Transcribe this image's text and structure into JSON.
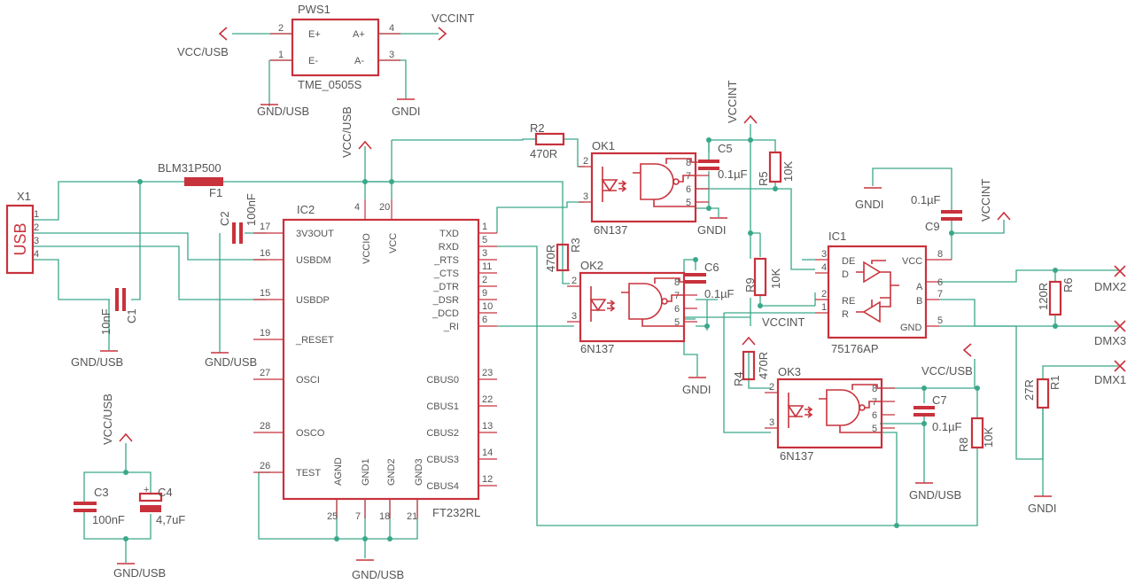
{
  "connector": {
    "ref": "X1",
    "label": "USB",
    "pins": [
      "1",
      "2",
      "3",
      "4"
    ]
  },
  "ferrite": {
    "value": "BLM31P500",
    "ref": "F1"
  },
  "caps": {
    "c1": {
      "ref": "C1",
      "value": "10nF"
    },
    "c2": {
      "ref": "C2",
      "value": "100nF"
    },
    "c3": {
      "ref": "C3",
      "value": "100nF"
    },
    "c4": {
      "ref": "C4",
      "value": "4,7uF"
    },
    "c5": {
      "ref": "C5",
      "value": "0.1µF"
    },
    "c6": {
      "ref": "C6",
      "value": "0.1µF"
    },
    "c7": {
      "ref": "C7",
      "value": "0.1µF"
    },
    "c9": {
      "ref": "C9",
      "value": "0.1µF"
    }
  },
  "resistors": {
    "r1": {
      "ref": "R1",
      "value": "27R"
    },
    "r2": {
      "ref": "R2",
      "value": "470R"
    },
    "r3": {
      "ref": "R3",
      "value": "470R"
    },
    "r4": {
      "ref": "R4",
      "value": "470R"
    },
    "r5": {
      "ref": "R5",
      "value": "10K"
    },
    "r6": {
      "ref": "R6",
      "value": "120R"
    },
    "r8": {
      "ref": "R8",
      "value": "10K"
    },
    "r9": {
      "ref": "R9",
      "value": "10K"
    }
  },
  "pws": {
    "ref": "PWS1",
    "value": "TME_0505S",
    "pin_labels": [
      "E+",
      "E-",
      "A+",
      "A-"
    ],
    "pin_numbers": [
      "2",
      "1",
      "4",
      "3"
    ]
  },
  "ic2": {
    "ref": "IC2",
    "value": "FT232RL",
    "left_pins": [
      {
        "num": "17",
        "name": "3V3OUT"
      },
      {
        "num": "16",
        "name": "USBDM"
      },
      {
        "num": "15",
        "name": "USBDP"
      },
      {
        "num": "19",
        "name": "_RESET"
      },
      {
        "num": "27",
        "name": "OSCI"
      },
      {
        "num": "28",
        "name": "OSCO"
      },
      {
        "num": "26",
        "name": "TEST"
      }
    ],
    "right_pins": [
      {
        "num": "1",
        "name": "TXD"
      },
      {
        "num": "5",
        "name": "RXD"
      },
      {
        "num": "3",
        "name": "_RTS"
      },
      {
        "num": "11",
        "name": "_CTS"
      },
      {
        "num": "2",
        "name": "_DTR"
      },
      {
        "num": "9",
        "name": "_DSR"
      },
      {
        "num": "10",
        "name": "_DCD"
      },
      {
        "num": "6",
        "name": "_RI"
      },
      {
        "num": "23",
        "name": "CBUS0"
      },
      {
        "num": "22",
        "name": "CBUS1"
      },
      {
        "num": "13",
        "name": "CBUS2"
      },
      {
        "num": "14",
        "name": "CBUS3"
      },
      {
        "num": "12",
        "name": "CBUS4"
      }
    ],
    "top_pins": [
      {
        "num": "4",
        "name": "VCCIO"
      },
      {
        "num": "20",
        "name": "VCC"
      }
    ],
    "bottom_pins": [
      {
        "num": "25",
        "name": "AGND"
      },
      {
        "num": "7",
        "name": "GND1"
      },
      {
        "num": "18",
        "name": "GND2"
      },
      {
        "num": "21",
        "name": "GND3"
      }
    ]
  },
  "optos": {
    "ok1": {
      "ref": "OK1",
      "value": "6N137"
    },
    "ok2": {
      "ref": "OK2",
      "value": "6N137"
    },
    "ok3": {
      "ref": "OK3",
      "value": "6N137"
    },
    "pin_numbers": [
      "2",
      "3",
      "8",
      "7",
      "6",
      "5"
    ]
  },
  "ic1": {
    "ref": "IC1",
    "value": "75176AP",
    "left_pins": [
      {
        "num": "3",
        "name": "DE"
      },
      {
        "num": "4",
        "name": "D"
      },
      {
        "num": "2",
        "name": "RE"
      },
      {
        "num": "1",
        "name": "R"
      }
    ],
    "right_pins": [
      {
        "num": "8",
        "name": "VCC"
      },
      {
        "num": "6",
        "name": "A"
      },
      {
        "num": "7",
        "name": "B"
      },
      {
        "num": "5",
        "name": "GND"
      }
    ]
  },
  "nets": {
    "vcc_usb": "VCC/USB",
    "gnd_usb": "GND/USB",
    "vccint": "VCCINT",
    "gndi": "GNDI"
  },
  "outputs": {
    "dmx1": "DMX1",
    "dmx2": "DMX2",
    "dmx3": "DMX3"
  }
}
